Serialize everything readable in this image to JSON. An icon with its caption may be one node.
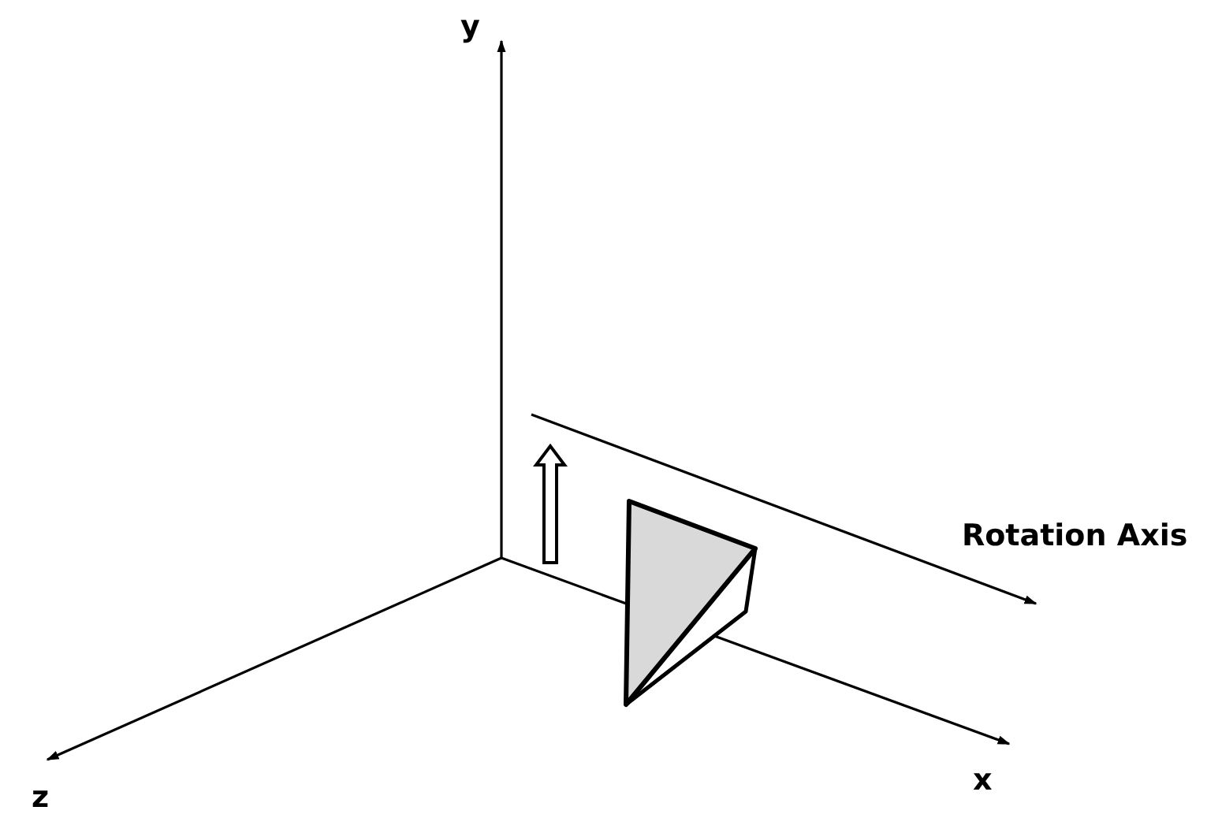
{
  "diagram": {
    "labels": [
      "y",
      "Rotation Axis",
      "z",
      "x"
    ]
  }
}
